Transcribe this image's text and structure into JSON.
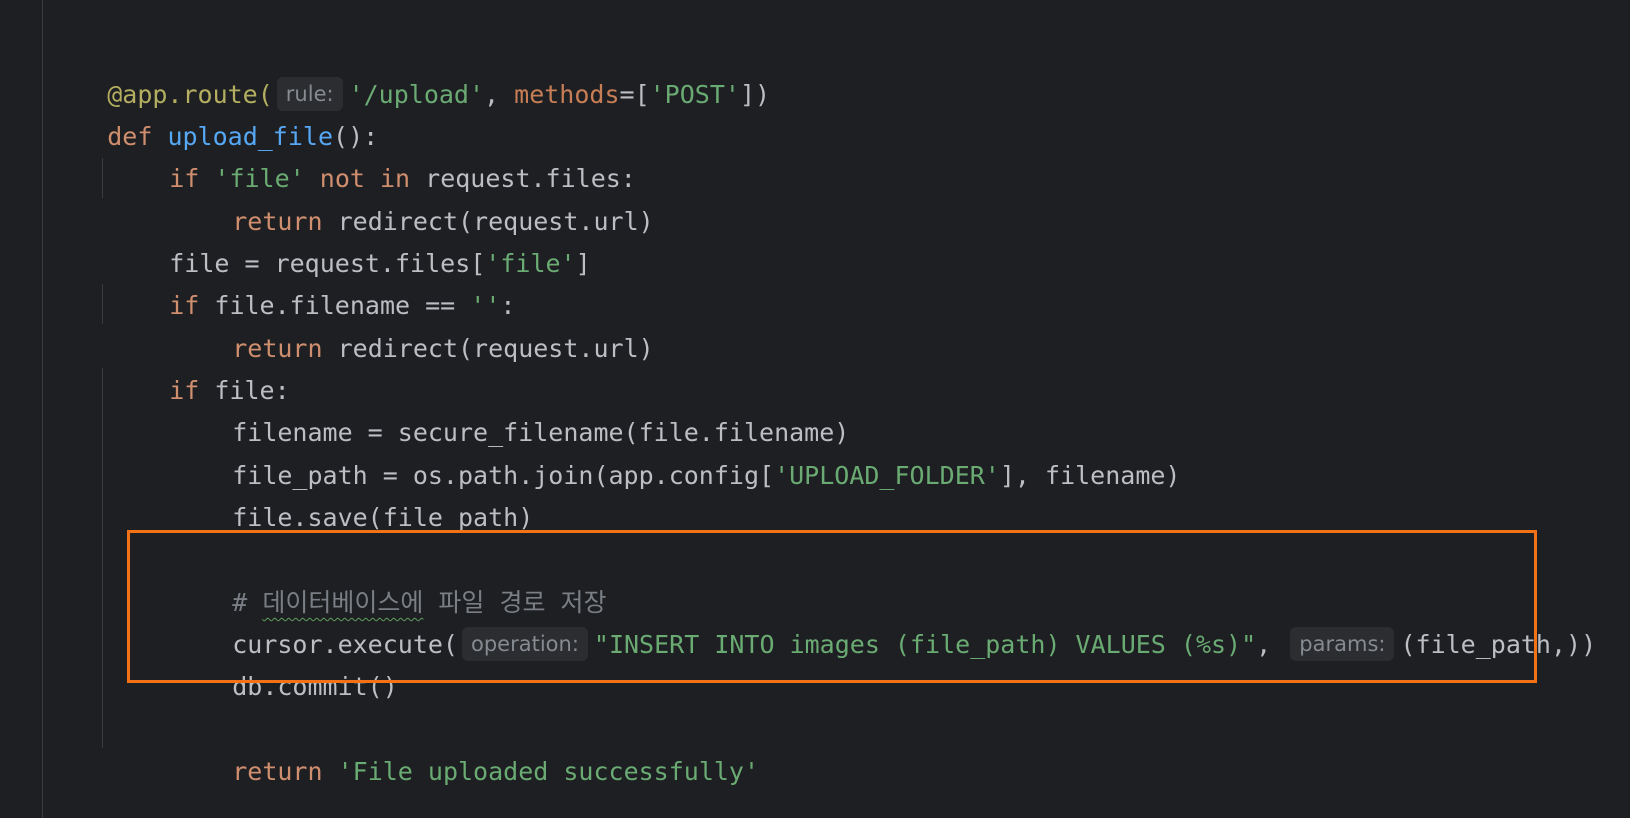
{
  "editor": {
    "highlight_color": "#f47216",
    "lines": {
      "l1": {
        "decorator": "@app.route(",
        "hint": "rule:",
        "route": "'/upload'",
        "sep": ", ",
        "param": "methods",
        "eq": "=[",
        "method": "'POST'",
        "end": "])"
      },
      "l2": {
        "kw": "def",
        "name": "upload_file",
        "end": "():"
      },
      "l3": {
        "kw_if": "if",
        "str": "'file'",
        "kw_not_in": "not in",
        "rest": "request.files:"
      },
      "l4": {
        "kw": "return",
        "rest": "redirect(request.url)"
      },
      "l5": {
        "start": "file = request.files[",
        "str": "'file'",
        "end": "]"
      },
      "l6": {
        "kw": "if",
        "rest": "file.filename == ",
        "str": "''",
        "end": ":"
      },
      "l7": {
        "kw": "return",
        "rest": "redirect(request.url)"
      },
      "l8": {
        "kw": "if",
        "rest": "file:"
      },
      "l9": {
        "text": "filename = secure_filename(file.filename)"
      },
      "l10": {
        "start": "file_path = os.path.join(app.config[",
        "str": "'UPLOAD_FOLDER'",
        "end": "], filename)"
      },
      "l11": {
        "text": "file.save(file_path)"
      },
      "l12": {
        "hash": "# ",
        "squiggle": "데이터베이스에",
        "rest": " 파일 경로 저장"
      },
      "l13": {
        "start": "cursor.execute(",
        "hint1": "operation:",
        "str": "\"INSERT INTO images (file_path) VALUES (%s)\"",
        "sep": ", ",
        "hint2": "params:",
        "end": "(file_path,))"
      },
      "l14": {
        "text": "db.commit()"
      },
      "l15": {
        "kw": "return",
        "str": "'File uploaded successfully'"
      }
    }
  }
}
